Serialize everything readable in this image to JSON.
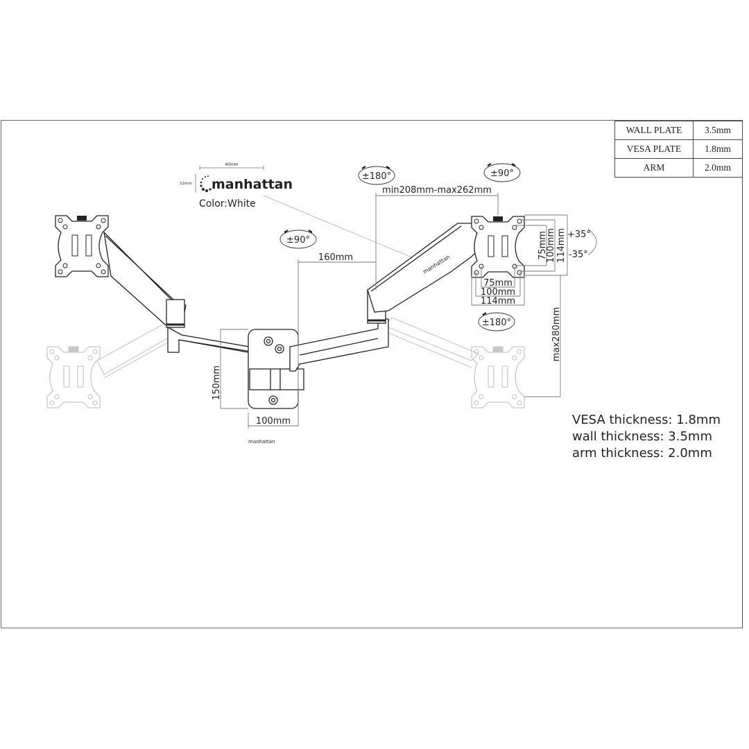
{
  "spec_table": {
    "rows": [
      {
        "part": "WALL PLATE",
        "value": "3.5mm"
      },
      {
        "part": "VESA PLATE",
        "value": "1.8mm"
      },
      {
        "part": "ARM",
        "value": "2.0mm"
      }
    ]
  },
  "logo_callout": {
    "brand": "manhattan",
    "width_dim": "40mm",
    "height_dim": "12mm",
    "color_label": "Color:White"
  },
  "dimensions": {
    "rotation_arm_top": "±180°",
    "rotation_vesa_top": "±90°",
    "rotation_arm_left": "±90°",
    "rotation_vesa_lower": "±180°",
    "upper_arm_length": "min208mm-max262mm",
    "lower_arm_length": "160mm",
    "wall_plate_height": "150mm",
    "wall_plate_width": "100mm",
    "vesa_vertical": [
      "75mm",
      "100mm",
      "114mm"
    ],
    "vesa_horizontal": [
      "75mm",
      "100mm",
      "114mm"
    ],
    "tilt_up": "+35°",
    "tilt_down": "-35°",
    "height_adjust": "max280mm"
  },
  "wall_plate_brand": "manhattan",
  "arm_brand": "manhattan",
  "notes": [
    "VESA thickness: 1.8mm",
    "wall thickness: 3.5mm",
    "arm thickness: 2.0mm"
  ],
  "colors": {
    "line": "#222222",
    "ghost": "#c8c8c8",
    "dim": "#777777",
    "frame": "#666666"
  }
}
